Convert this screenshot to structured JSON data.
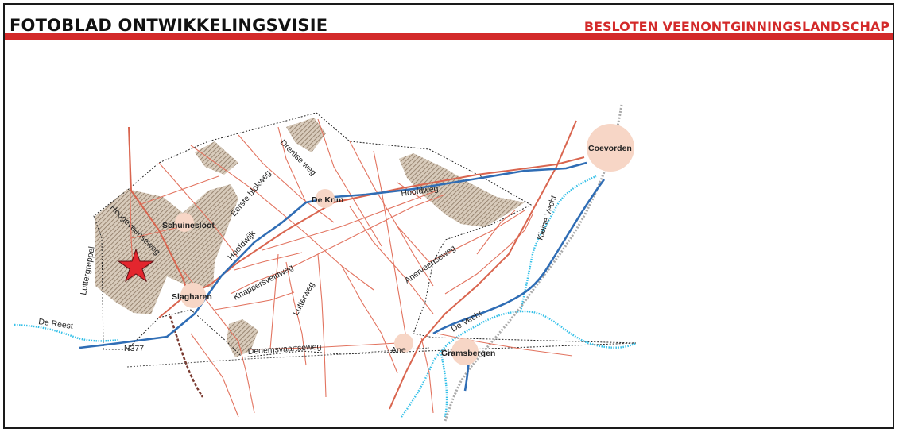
{
  "header": {
    "title": "FOTOBLAD ONTWIKKELINGSVISIE",
    "subtitle": "BESLOTEN VEENONTGINNINGSLANDSCHAP"
  },
  "colors": {
    "accent": "#d32a2a",
    "road_local": "#e2735f",
    "road_main": "#2f6db5",
    "water": "#35c0e8",
    "peat_hatch": "#a08a72",
    "town_circle": "#f7d6c6",
    "railway": "#999999",
    "marker": "#e3262e"
  },
  "map": {
    "towns": [
      "Coevorden",
      "Schuinesloot",
      "De Krim",
      "Slagharen",
      "Ane",
      "Gramsbergen"
    ],
    "roads": [
      "Drentse weg",
      "Hoofdweg",
      "Eerste blokweg",
      "Hoogeveenseweg",
      "Hoofdwijk",
      "Luttergreppel",
      "Knappersveldweg",
      "Lutterweg",
      "Anerveenseweg",
      "Dedemsvaartseweg",
      "N377"
    ],
    "water": [
      "De Reest",
      "De Vecht",
      "Kleine Vecht"
    ],
    "marker": "star-icon"
  }
}
